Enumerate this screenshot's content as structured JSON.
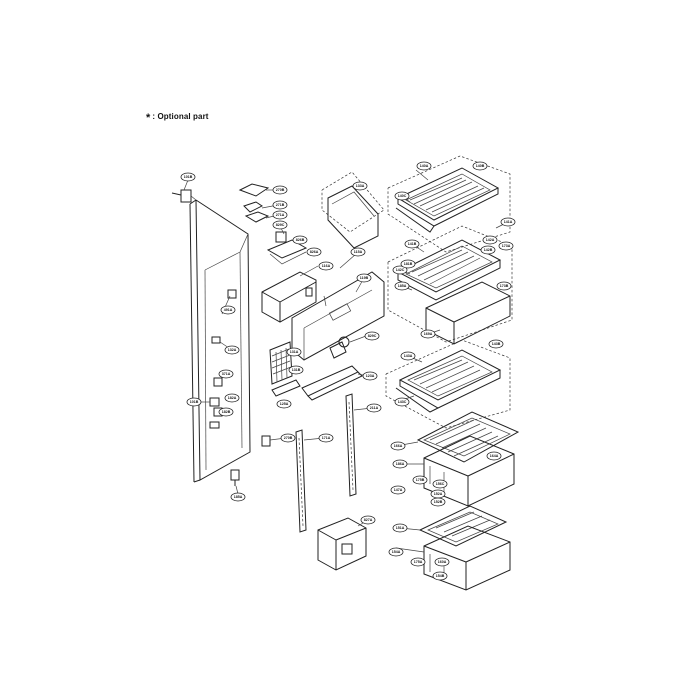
{
  "note": {
    "marker": "*",
    "text": ": Optional part"
  },
  "callouts": [
    "101B",
    "270B",
    "271B",
    "271A",
    "829C",
    "826B",
    "826A",
    "116A",
    "115A",
    "119B",
    "131A",
    "131B",
    "491A",
    "132A",
    "371A",
    "182A",
    "182B",
    "101B",
    "270B",
    "123A",
    "125A",
    "829C",
    "171A",
    "211A",
    "185A",
    "140A",
    "140C",
    "140B",
    "141A",
    "141B",
    "142A",
    "142C",
    "173A",
    "173B",
    "181B",
    "143A",
    "143C",
    "143B",
    "142B",
    "169A",
    "185A",
    "186A",
    "166A",
    "175B",
    "147A",
    "156C",
    "151A",
    "152A",
    "152B",
    "175A",
    "154A",
    "154B",
    "827A",
    "133A",
    "160A",
    "164A"
  ]
}
